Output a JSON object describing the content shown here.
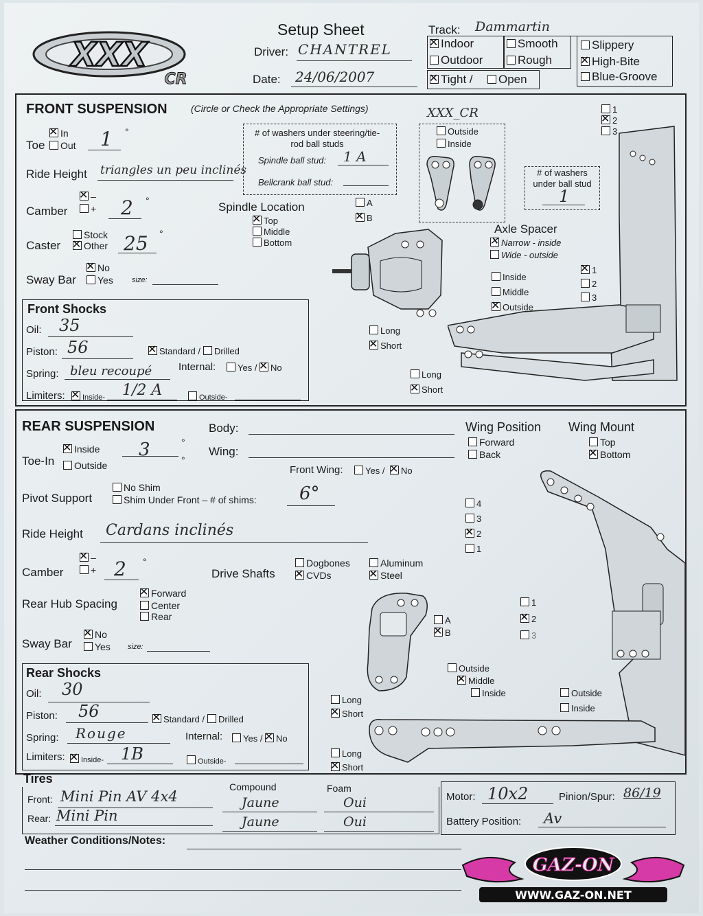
{
  "header": {
    "logo_text": "XXX",
    "logo_sub": "CR",
    "title": "Setup Sheet",
    "driver_label": "Driver:",
    "driver_value": "CHANTREL",
    "date_label": "Date:",
    "date_value": "24/06/2007",
    "track_label": "Track:",
    "track_value": "Dammartin",
    "indoor": "Indoor",
    "outdoor": "Outdoor",
    "smooth": "Smooth",
    "rough": "Rough",
    "slippery": "Slippery",
    "high_bite": "High-Bite",
    "blue_groove": "Blue-Groove",
    "tight": "Tight /",
    "open": "Open"
  },
  "front": {
    "title": "FRONT SUSPENSION",
    "subtitle": "(Circle or Check the Appropriate Settings)",
    "toe_label": "Toe",
    "toe_in": "In",
    "toe_out": "Out",
    "toe_value": "1",
    "ride_height_label": "Ride Height",
    "ride_height_value": "triangles un peu inclinés",
    "camber_label": "Camber",
    "camber_minus": "–",
    "camber_plus": "+",
    "camber_value": "2",
    "caster_label": "Caster",
    "caster_stock": "Stock",
    "caster_other": "Other",
    "caster_value": "25",
    "sway_label": "Sway Bar",
    "sway_no": "No",
    "sway_yes": "Yes",
    "size_label": "size:",
    "washers_note": "# of washers under steering/tie-rod ball studs",
    "spindle_stud": "Spindle ball stud:",
    "spindle_stud_value": "1 A",
    "bellcrank_stud": "Bellcrank ball stud:",
    "xxx_cr": "XXX_CR",
    "outside": "Outside",
    "inside": "Inside",
    "washers_ball": "# of washers under ball stud",
    "washers_ball_value": "1",
    "one": "1",
    "two": "2",
    "three": "3",
    "spindle_location": "Spindle Location",
    "top": "Top",
    "middle": "Middle",
    "bottom": "Bottom",
    "a": "A",
    "b": "B",
    "axle_spacer": "Axle Spacer",
    "narrow": "Narrow - inside",
    "wide": "Wide - outside",
    "s_inside": "Inside",
    "s_middle": "Middle",
    "s_outside": "Outside",
    "long": "Long",
    "short": "Short",
    "shocks_title": "Front Shocks",
    "oil_label": "Oil:",
    "oil_value": "35",
    "piston_label": "Piston:",
    "piston_value": "56",
    "standard": "Standard /",
    "drilled": "Drilled",
    "spring_label": "Spring:",
    "spring_value": "bleu recoupé",
    "internal_label": "Internal:",
    "yes": "Yes /",
    "no": "No",
    "limiters_label": "Limiters:",
    "limiters_inside": "Inside-",
    "limiters_value": "1/2 A",
    "limiters_outside": "Outside-"
  },
  "rear": {
    "title": "REAR SUSPENSION",
    "body_label": "Body:",
    "wing_label": "Wing:",
    "wing_position": "Wing Position",
    "forward": "Forward",
    "back": "Back",
    "wing_mount": "Wing Mount",
    "top": "Top",
    "bottom": "Bottom",
    "toe_label": "Toe-In",
    "inside": "Inside",
    "outside": "Outside",
    "toe_value": "3",
    "front_wing": "Front Wing:",
    "yes": "Yes /",
    "no": "No",
    "pivot_label": "Pivot Support",
    "no_shim": "No Shim",
    "shim_front": "Shim Under Front – # of shims:",
    "shims_value": "6°",
    "ride_height_label": "Ride Height",
    "ride_height_value": "Cardans inclinés",
    "camber_label": "Camber",
    "camber_minus": "–",
    "camber_plus": "+",
    "camber_value": "2",
    "drive_label": "Drive Shafts",
    "dogbones": "Dogbones",
    "cvds": "CVDs",
    "aluminum": "Aluminum",
    "steel": "Steel",
    "hub_label": "Rear Hub Spacing",
    "hub_forward": "Forward",
    "hub_center": "Center",
    "hub_rear": "Rear",
    "sway_label": "Sway Bar",
    "sway_no": "No",
    "sway_yes": "Yes",
    "size_label": "size:",
    "four": "4",
    "three": "3",
    "two": "2",
    "one": "1",
    "a": "A",
    "b": "B",
    "middle": "Middle",
    "long": "Long",
    "short": "Short",
    "shocks_title": "Rear Shocks",
    "oil_label": "Oil:",
    "oil_value": "30",
    "piston_label": "Piston:",
    "piston_value": "56",
    "standard": "Standard /",
    "drilled": "Drilled",
    "spring_label": "Spring:",
    "spring_value": "Rouge",
    "internal_label": "Internal:",
    "limiters_label": "Limiters:",
    "limiters_inside": "Inside-",
    "limiters_value": "1B",
    "limiters_outside": "Outside-"
  },
  "tires": {
    "title": "Tires",
    "compound_label": "Compound",
    "foam_label": "Foam",
    "front_label": "Front:",
    "front_tire": "Mini Pin AV 4x4",
    "front_compound": "Jaune",
    "front_foam": "Oui",
    "rear_label": "Rear:",
    "rear_tire": "Mini Pin",
    "rear_compound": "Jaune",
    "rear_foam": "Oui",
    "motor_label": "Motor:",
    "motor_value": "10x2",
    "pinion_label": "Pinion/Spur:",
    "pinion_value": "86/19",
    "battery_label": "Battery Position:",
    "battery_value": "Av",
    "weather_label": "Weather Conditions/Notes:"
  },
  "watermark": {
    "brand": "GAZ-ON",
    "url": "WWW.GAZ-ON.NET"
  }
}
